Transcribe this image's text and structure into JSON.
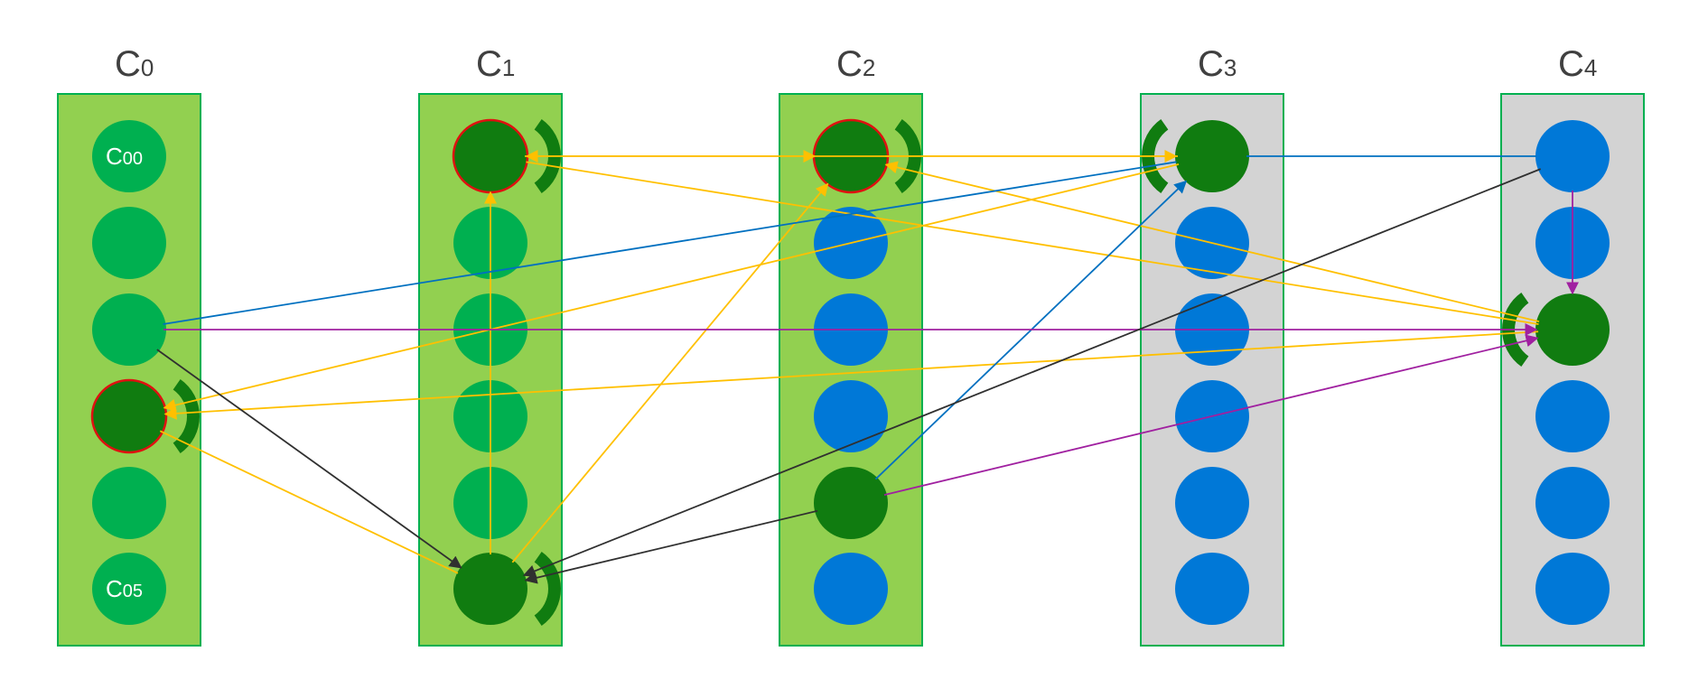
{
  "colors": {
    "panel_active": "#92D050",
    "panel_inactive": "#D3D3D3",
    "panel_border": "#00B050",
    "node_light_green": "#00B050",
    "node_dark_green": "#107C10",
    "node_blue": "#0078D7",
    "selected_outline": "#E01010",
    "arrow_yellow": "#FFC000",
    "arrow_blue": "#0070C0",
    "arrow_purple": "#A020A0",
    "arrow_black": "#303030"
  },
  "columns": [
    {
      "id": "c0",
      "title": "C",
      "sub": "0",
      "panel": "active",
      "nodes": [
        {
          "fill": "light",
          "label": "C",
          "sub": "00"
        },
        {
          "fill": "light"
        },
        {
          "fill": "light"
        },
        {
          "fill": "dark",
          "selected": true,
          "arc": "right"
        },
        {
          "fill": "light"
        },
        {
          "fill": "light",
          "label": "C",
          "sub": "05"
        }
      ]
    },
    {
      "id": "c1",
      "title": "C",
      "sub": "1",
      "panel": "active",
      "nodes": [
        {
          "fill": "dark",
          "selected": true,
          "arc": "right"
        },
        {
          "fill": "light"
        },
        {
          "fill": "light"
        },
        {
          "fill": "light"
        },
        {
          "fill": "light"
        },
        {
          "fill": "dark",
          "arc": "right"
        }
      ]
    },
    {
      "id": "c2",
      "title": "C",
      "sub": "2",
      "panel": "active",
      "nodes": [
        {
          "fill": "dark",
          "selected": true,
          "arc": "right"
        },
        {
          "fill": "blue"
        },
        {
          "fill": "blue"
        },
        {
          "fill": "blue"
        },
        {
          "fill": "dark"
        },
        {
          "fill": "blue"
        }
      ]
    },
    {
      "id": "c3",
      "title": "C",
      "sub": "3",
      "panel": "inactive",
      "nodes": [
        {
          "fill": "dark",
          "arc": "left"
        },
        {
          "fill": "blue"
        },
        {
          "fill": "blue"
        },
        {
          "fill": "blue"
        },
        {
          "fill": "blue"
        },
        {
          "fill": "blue"
        }
      ]
    },
    {
      "id": "c4",
      "title": "C",
      "sub": "4",
      "panel": "inactive",
      "nodes": [
        {
          "fill": "blue"
        },
        {
          "fill": "blue"
        },
        {
          "fill": "dark",
          "arc": "left"
        },
        {
          "fill": "blue"
        },
        {
          "fill": "blue"
        },
        {
          "fill": "blue"
        }
      ]
    }
  ],
  "edges": [
    {
      "from": "c1.0",
      "to": "c2.0",
      "color": "yellow",
      "arrow": true
    },
    {
      "from": "c3.0",
      "to": "c1.0",
      "color": "yellow",
      "arrow": true
    },
    {
      "from": "c4.2",
      "to": "c1.0",
      "color": "yellow",
      "arrow": false
    },
    {
      "from": "c1.5",
      "to": "c1.0",
      "color": "yellow",
      "arrow": true
    },
    {
      "from": "c2.0",
      "to": "c3.0",
      "color": "yellow",
      "arrow": true
    },
    {
      "from": "c4.2",
      "to": "c2.0",
      "color": "yellow",
      "arrow": true
    },
    {
      "from": "c1.5",
      "to": "c2.0",
      "color": "yellow",
      "arrow": true
    },
    {
      "from": "c3.0",
      "to": "c0.3",
      "color": "yellow",
      "arrow": true
    },
    {
      "from": "c4.2",
      "to": "c0.3",
      "color": "yellow",
      "arrow": true
    },
    {
      "from": "c0.3",
      "to": "c1.5",
      "color": "yellow",
      "arrow": false
    },
    {
      "from": "c0.2",
      "to": "c3.0",
      "color": "blue",
      "arrow": false
    },
    {
      "from": "c3.0",
      "to": "c4.0",
      "color": "blue",
      "arrow": false
    },
    {
      "from": "c2.4",
      "to": "c3.0",
      "color": "blue",
      "arrow": true
    },
    {
      "from": "c0.2",
      "to": "c4.2",
      "color": "purple",
      "arrow": true
    },
    {
      "from": "c4.0",
      "to": "c4.2",
      "color": "purple",
      "arrow": true
    },
    {
      "from": "c2.4",
      "to": "c4.2",
      "color": "purple",
      "arrow": true
    },
    {
      "from": "c0.2",
      "to": "c1.5",
      "color": "black",
      "arrow": true
    },
    {
      "from": "c4.0",
      "to": "c1.5",
      "color": "black",
      "arrow": true
    },
    {
      "from": "c2.4",
      "to": "c1.5",
      "color": "black",
      "arrow": true
    }
  ]
}
